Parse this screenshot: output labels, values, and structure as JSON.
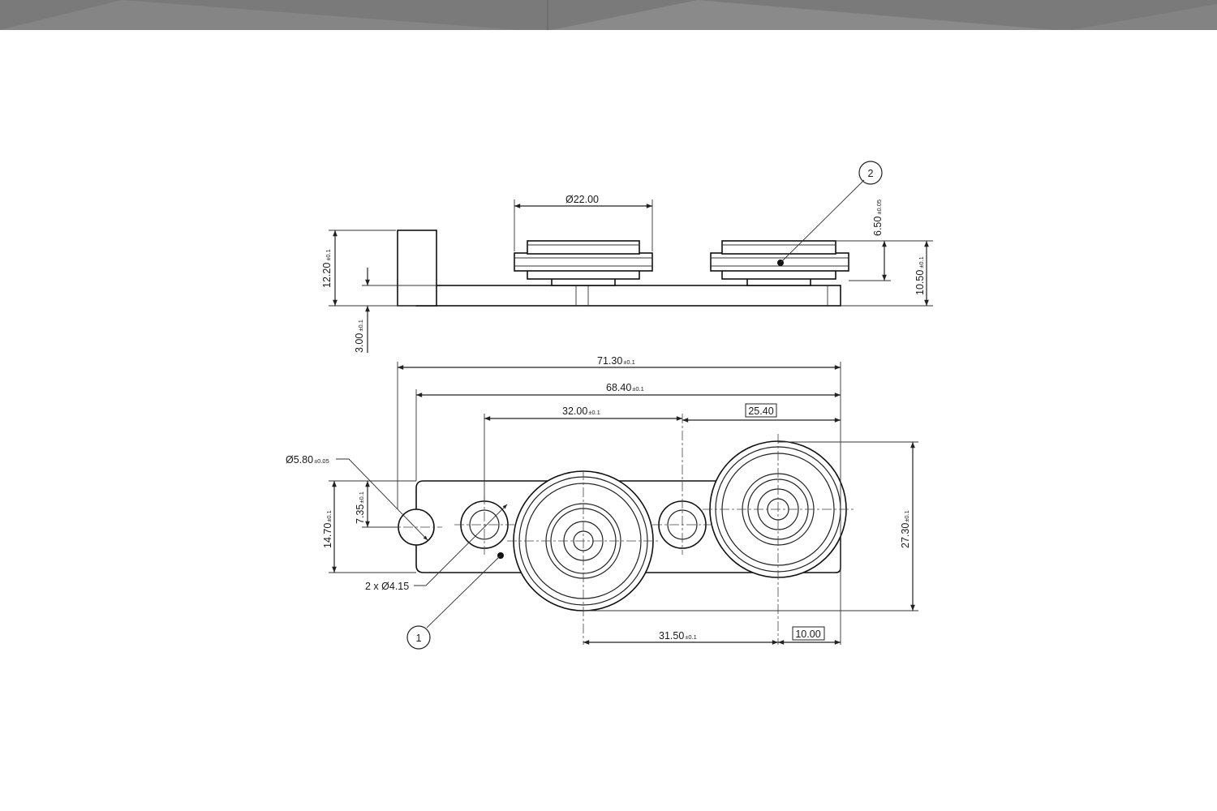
{
  "colors": {
    "banner": "#7a7a7a",
    "line": "#222222",
    "background": "#ffffff"
  },
  "side_view": {
    "dia_22": "Ø22.00",
    "h_12_20": "12.20",
    "h_3_00": "3.00",
    "h_6_50": "6.50",
    "h_10_50": "10.50",
    "tol_01": "±0.1",
    "tol_005": "±0.05",
    "balloon_2": "2"
  },
  "top_view": {
    "len_71_30": "71.30",
    "len_68_40": "68.40",
    "len_32_00": "32.00",
    "len_25_40": "25.40",
    "dia_5_80": "Ø5.80",
    "h_7_35": "7.35",
    "h_14_70": "14.70",
    "holes": "2 x Ø4.15",
    "h_27_30": "27.30",
    "len_31_50": "31.50",
    "len_10_00": "10.00",
    "tol_01": "±0.1",
    "tol_005": "±0.05",
    "balloon_1": "1"
  }
}
